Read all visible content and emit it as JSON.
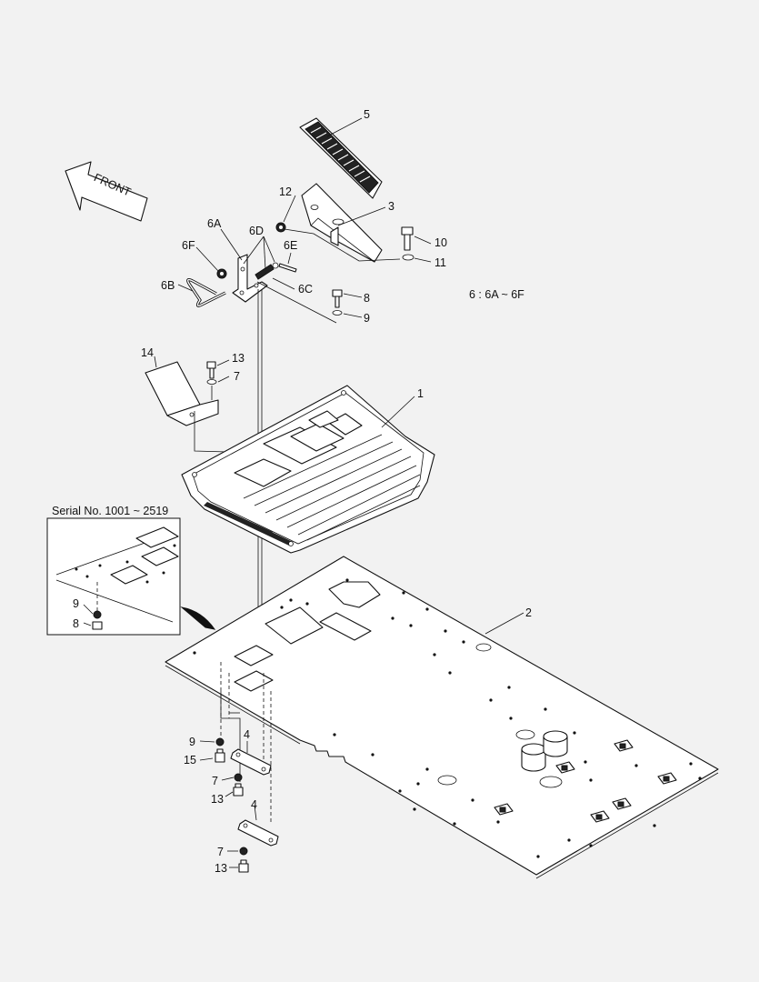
{
  "callouts": {
    "c1": "1",
    "c2": "2",
    "c3": "3",
    "c4a": "4",
    "c4b": "4",
    "c5": "5",
    "c6a": "6A",
    "c6b": "6B",
    "c6c": "6C",
    "c6d": "6D",
    "c6e": "6E",
    "c6f": "6F",
    "c7a": "7",
    "c7b": "7",
    "c7c": "7",
    "c8a": "8",
    "c8b": "8",
    "c9a": "9",
    "c9b": "9",
    "c9c": "9",
    "c10": "10",
    "c11": "11",
    "c12": "12",
    "c13a": "13",
    "c13b": "13",
    "c13c": "13",
    "c14": "14",
    "c15": "15"
  },
  "front_arrow_label": "FRONT",
  "kit_note": "6 : 6A ~ 6F",
  "inset_title": "Serial No. 1001 ~ 2519",
  "colors": {
    "background": "#f2f2f2",
    "ink": "#111111",
    "part_fill": "#ffffff"
  }
}
